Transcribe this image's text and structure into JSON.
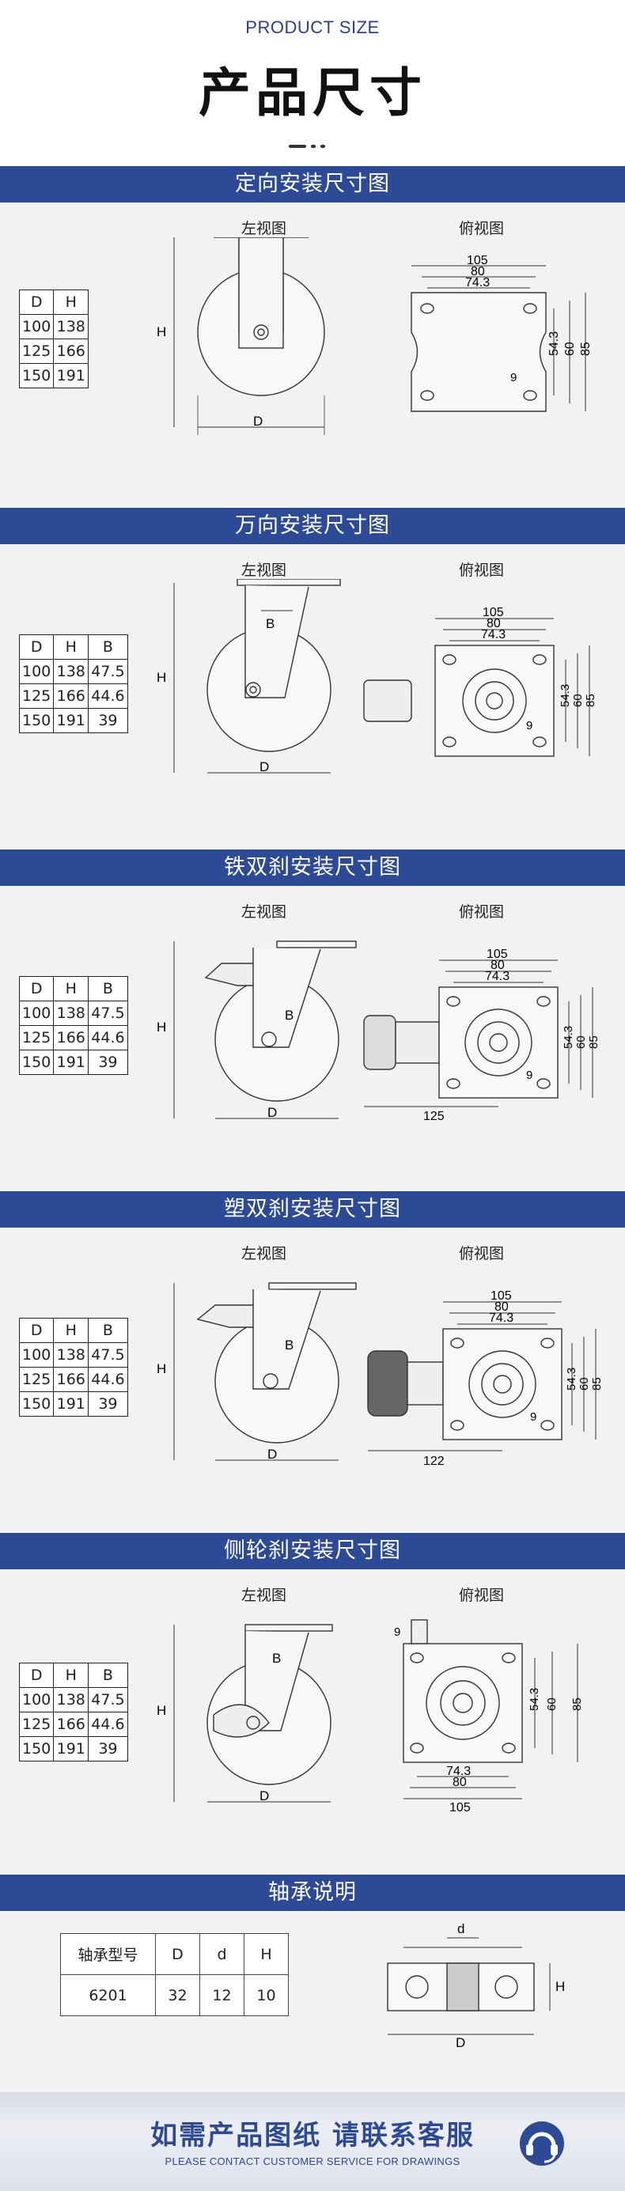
{
  "header": {
    "subtitle_en": "PRODUCT SIZE",
    "title_cn": "产品尺寸"
  },
  "views": {
    "left": "左视图",
    "top": "俯视图"
  },
  "sections": [
    {
      "title": "定向安装尺寸图",
      "columns": [
        "D",
        "H"
      ],
      "rows": [
        [
          "100",
          "138"
        ],
        [
          "125",
          "166"
        ],
        [
          "150",
          "191"
        ]
      ],
      "top_dims": [
        "105",
        "80",
        "74.3"
      ],
      "side_dims": [
        "54.3",
        "60",
        "85"
      ],
      "hole": "9"
    },
    {
      "title": "万向安装尺寸图",
      "columns": [
        "D",
        "H",
        "B"
      ],
      "rows": [
        [
          "100",
          "138",
          "47.5"
        ],
        [
          "125",
          "166",
          "44.6"
        ],
        [
          "150",
          "191",
          "39"
        ]
      ],
      "top_dims": [
        "105",
        "80",
        "74.3"
      ],
      "side_dims": [
        "54.3",
        "60",
        "85"
      ],
      "hole": "9"
    },
    {
      "title": "铁双刹安装尺寸图",
      "columns": [
        "D",
        "H",
        "B"
      ],
      "rows": [
        [
          "100",
          "138",
          "47.5"
        ],
        [
          "125",
          "166",
          "44.6"
        ],
        [
          "150",
          "191",
          "39"
        ]
      ],
      "top_dims": [
        "105",
        "80",
        "74.3"
      ],
      "side_dims": [
        "54.3",
        "60",
        "85"
      ],
      "hole": "9",
      "brake_len": "125"
    },
    {
      "title": "塑双刹安装尺寸图",
      "columns": [
        "D",
        "H",
        "B"
      ],
      "rows": [
        [
          "100",
          "138",
          "47.5"
        ],
        [
          "125",
          "166",
          "44.6"
        ],
        [
          "150",
          "191",
          "39"
        ]
      ],
      "top_dims": [
        "105",
        "80",
        "74.3"
      ],
      "side_dims": [
        "54.3",
        "60",
        "85"
      ],
      "hole": "9",
      "brake_len": "122"
    },
    {
      "title": "侧轮刹安装尺寸图",
      "columns": [
        "D",
        "H",
        "B"
      ],
      "rows": [
        [
          "100",
          "138",
          "47.5"
        ],
        [
          "125",
          "166",
          "44.6"
        ],
        [
          "150",
          "191",
          "39"
        ]
      ],
      "top_dims": [
        "74.3",
        "80",
        "105"
      ],
      "side_dims": [
        "54.3",
        "60",
        "85"
      ],
      "hole": "9"
    }
  ],
  "labels": {
    "D": "D",
    "H": "H",
    "B": "B",
    "d": "d"
  },
  "bearing": {
    "title": "轴承说明",
    "headers": [
      "轴承型号",
      "D",
      "d",
      "H"
    ],
    "row": [
      "6201",
      "32",
      "12",
      "10"
    ]
  },
  "footer": {
    "cn": "如需产品图纸 请联系客服",
    "en": "PLEASE CONTACT CUSTOMER SERVICE FOR DRAWINGS"
  },
  "colors": {
    "banner": "#2d4a97",
    "accent": "#2a3f8f"
  }
}
